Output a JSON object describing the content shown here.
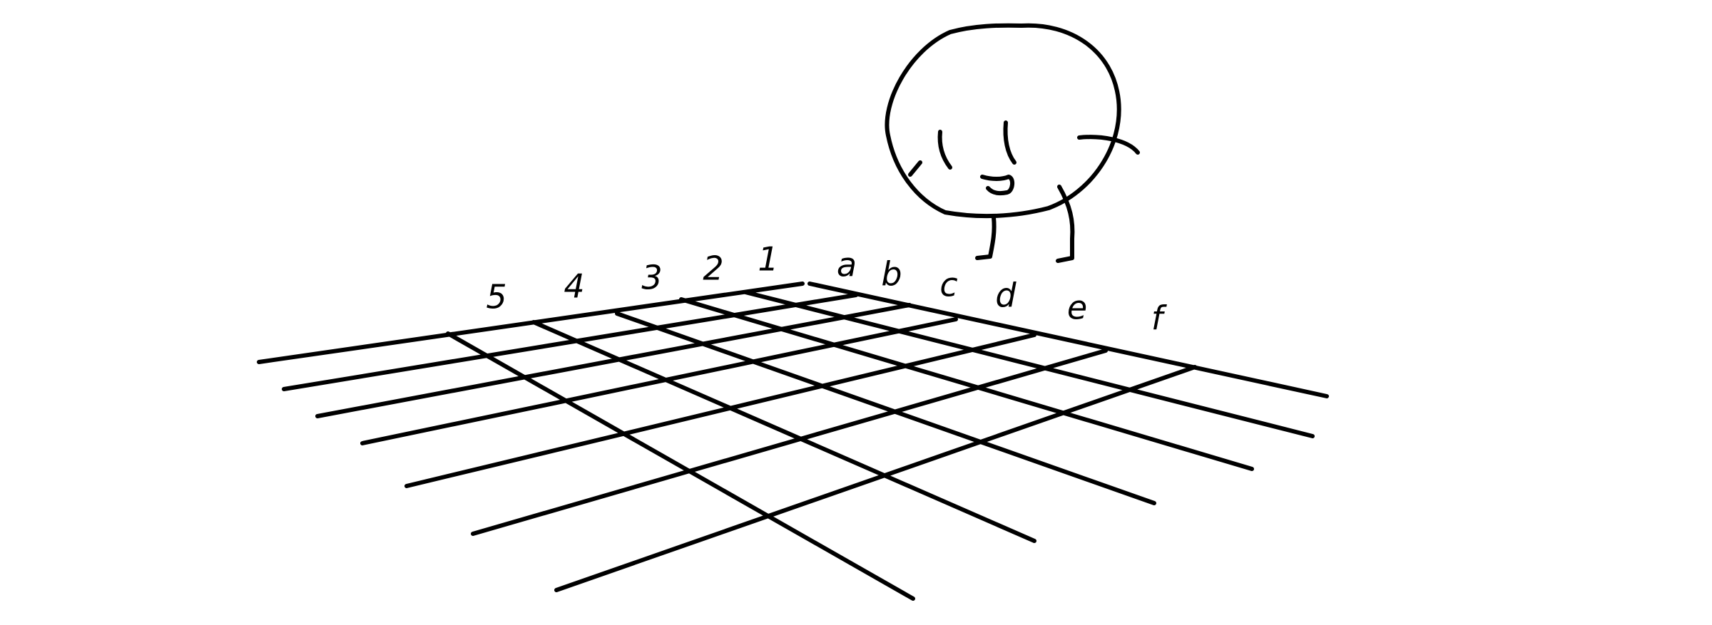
{
  "diagram": {
    "ink_color": "#000000",
    "background": "#ffffff",
    "left_side_labels": [
      "5",
      "4",
      "3",
      "2",
      "1"
    ],
    "right_side_labels": [
      "a",
      "b",
      "c",
      "d",
      "e",
      "f"
    ],
    "figure": "round-character-standing-on-grid"
  }
}
